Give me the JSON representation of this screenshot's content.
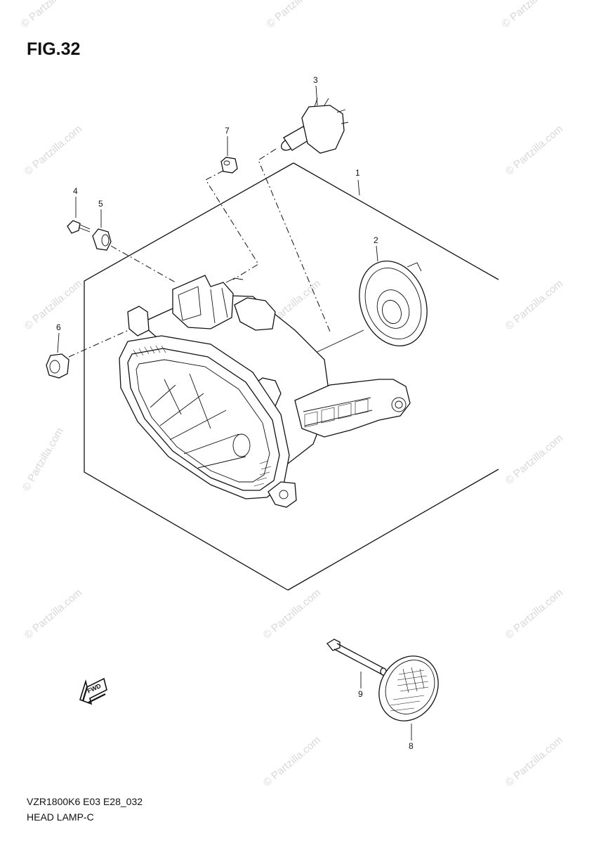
{
  "figure": {
    "title": "FIG.32",
    "model_code": "VZR1800K6 E03 E28_032",
    "section_name": "HEAD LAMP-C"
  },
  "watermark": {
    "text": "© Partzilla.com",
    "color": "#d8d8d8"
  },
  "direction_badge": {
    "label": "FWD",
    "icon": "forward-arrow-icon"
  },
  "callouts": [
    "1",
    "2",
    "3",
    "4",
    "5",
    "6",
    "7",
    "8",
    "9"
  ]
}
